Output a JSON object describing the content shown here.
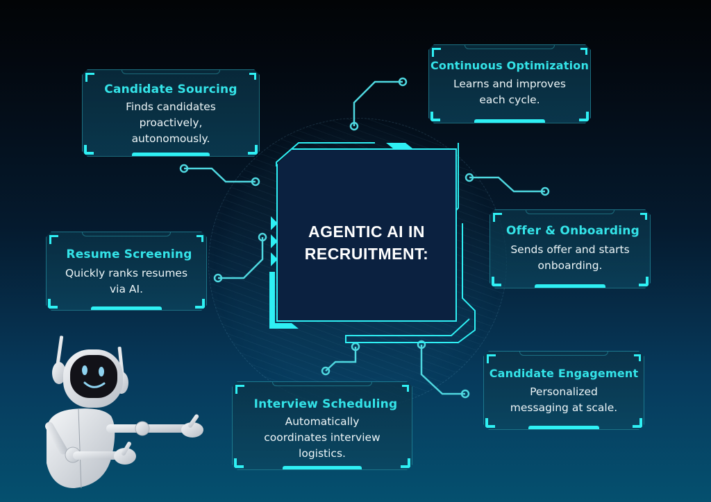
{
  "diagram": {
    "center": {
      "title_line1": "AGENTIC AI IN",
      "title_line2": "RECRUITMENT:"
    },
    "colors": {
      "accent": "#2ff0f4",
      "title": "#34e3e8",
      "text": "#eef6f8",
      "center_bg": "#0b2140",
      "bg_top": "#020406",
      "bg_bottom": "#05506f"
    },
    "nodes": [
      {
        "id": "candidate-sourcing",
        "title": "Candidate Sourcing",
        "desc_lines": [
          "Finds candidates",
          "proactively,",
          "autonomously."
        ]
      },
      {
        "id": "continuous-optimization",
        "title": "Continuous Optimization",
        "desc_lines": [
          "Learns and improves",
          "each cycle."
        ]
      },
      {
        "id": "resume-screening",
        "title": "Resume Screening",
        "desc_lines": [
          "Quickly ranks resumes",
          "via AI."
        ]
      },
      {
        "id": "offer-onboarding",
        "title": "Offer & Onboarding",
        "desc_lines": [
          "Sends offer and starts",
          "onboarding."
        ]
      },
      {
        "id": "interview-scheduling",
        "title": "Interview Scheduling",
        "desc_lines": [
          "Automatically",
          "coordinates interview",
          "logistics."
        ]
      },
      {
        "id": "candidate-engagement",
        "title": "Candidate Engagement",
        "desc_lines": [
          "Personalized",
          "messaging at scale."
        ]
      }
    ],
    "illustration": {
      "icon": "robot-mascot-icon",
      "pose": "pointing-right"
    }
  }
}
